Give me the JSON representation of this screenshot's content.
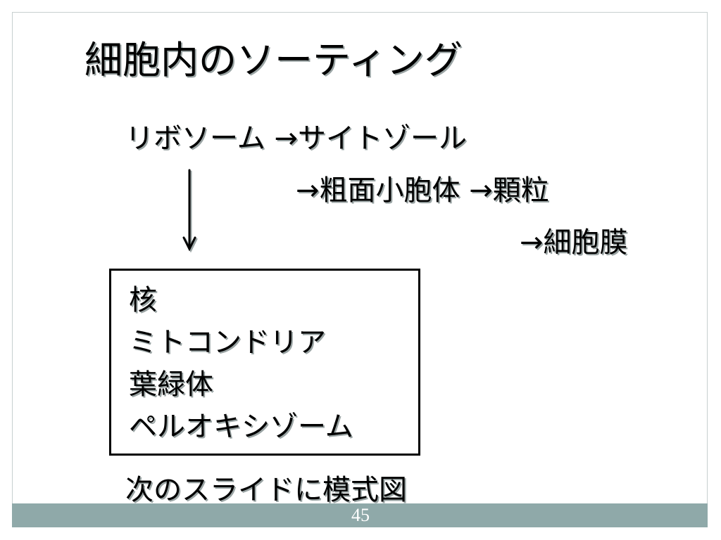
{
  "slide": {
    "title": "細胞内のソーティング",
    "lines": {
      "ribosome": "リボソーム →サイトゾール",
      "rough_er": "→粗面小胞体 →顆粒",
      "membrane": "→細胞膜"
    },
    "box_items": [
      "核",
      "ミトコンドリア",
      "葉緑体",
      "ペルオキシゾーム"
    ],
    "note": "次のスライドに模式図",
    "page_number": "45"
  },
  "colors": {
    "text": "#000000",
    "text_shadow": "#9aa4a4",
    "footer_bar": "#8fa9a9",
    "frame_border": "#c7cfcf",
    "page_number": "#ffffff"
  },
  "icons": {
    "down_arrow": "down-arrow-icon"
  }
}
